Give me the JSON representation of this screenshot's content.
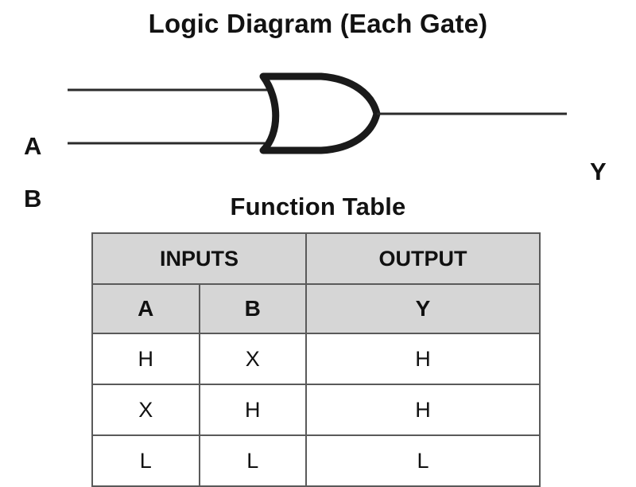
{
  "diagram": {
    "title": "Logic Diagram (Each Gate)",
    "gate_type": "or-gate",
    "inputs": [
      {
        "label": "A"
      },
      {
        "label": "B"
      }
    ],
    "output": {
      "label": "Y"
    }
  },
  "table": {
    "title": "Function Table",
    "group_headers": [
      {
        "label": "INPUTS",
        "span": 2
      },
      {
        "label": "OUTPUT",
        "span": 1
      }
    ],
    "column_headers": [
      "A",
      "B",
      "Y"
    ],
    "rows": [
      [
        "H",
        "X",
        "H"
      ],
      [
        "X",
        "H",
        "H"
      ],
      [
        "L",
        "L",
        "L"
      ]
    ]
  },
  "colors": {
    "header_fill": "#d6d6d6",
    "border": "#5a5a5a",
    "ink": "#111111",
    "background": "#ffffff"
  }
}
